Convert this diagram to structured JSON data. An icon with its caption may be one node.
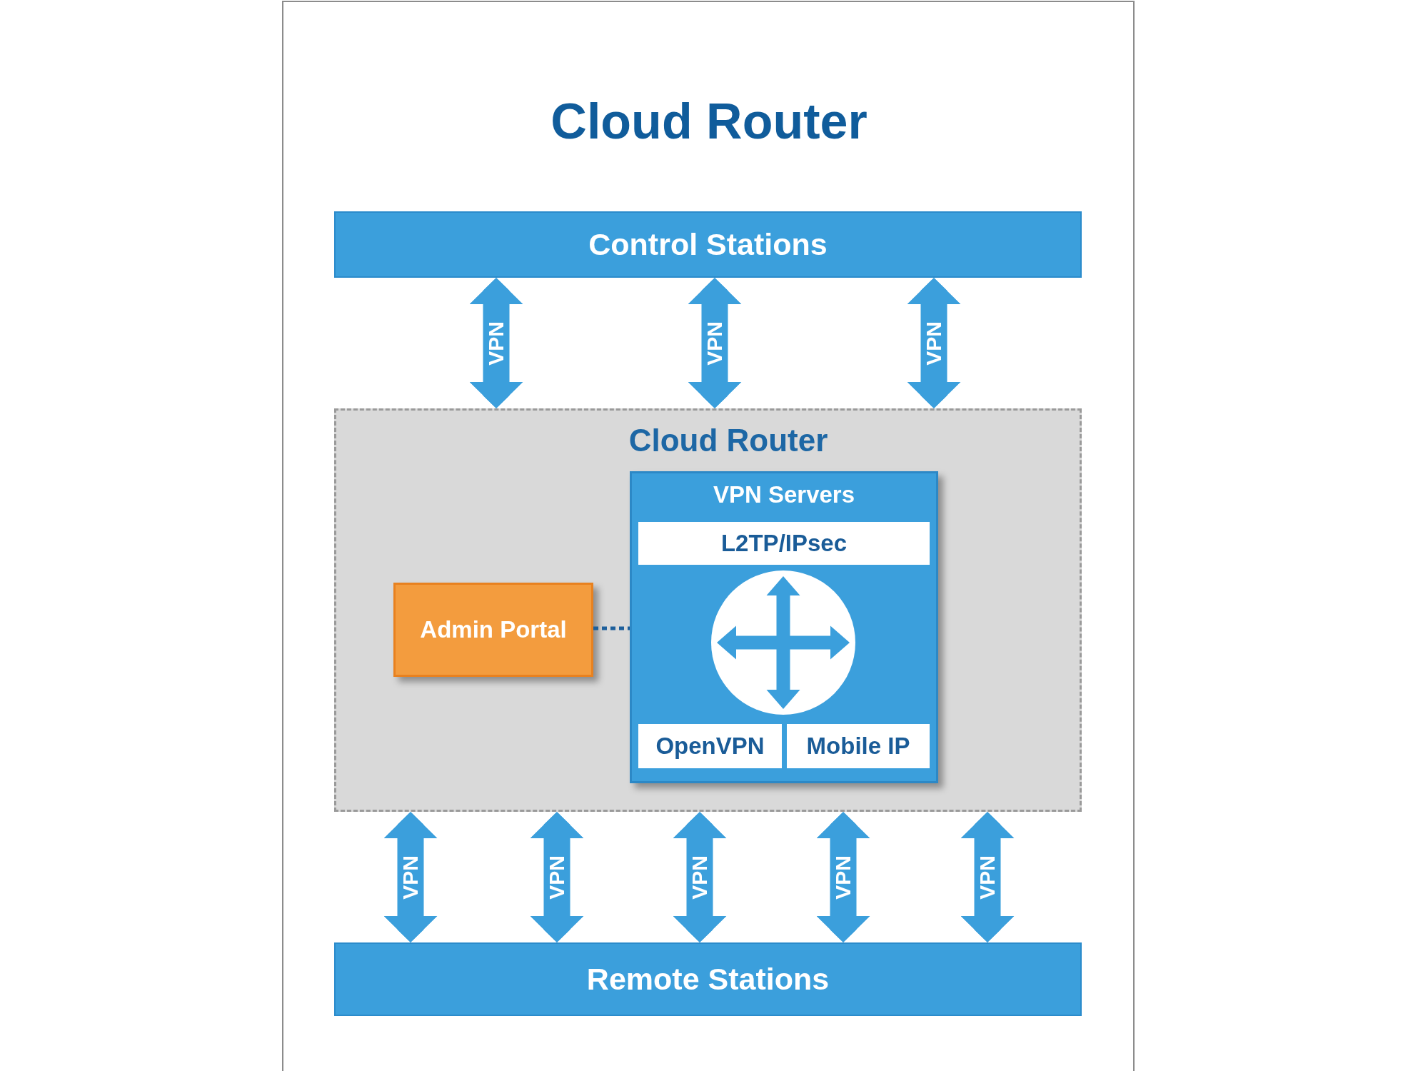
{
  "diagram": {
    "title": "Cloud Router",
    "nodes": [
      {
        "text": [
          "Control Stations"
        ]
      },
      {
        "text": [
          "Cloud Router"
        ]
      },
      {
        "text": [
          "Admin Portal"
        ],
        "in": 1
      },
      {
        "text": [
          "VPN Servers"
        ],
        "in": 1
      },
      {
        "text": [
          "L2TP/IPsec"
        ],
        "in": 3
      },
      {
        "text": [
          "OpenVPN"
        ],
        "in": 3
      },
      {
        "text": [
          "Mobile IP"
        ],
        "in": 3
      },
      {
        "text": [
          "Remote Stations"
        ]
      }
    ],
    "edges": [
      {
        "from": 0,
        "to": 1,
        "arrow": "both",
        "label": "VPN"
      },
      {
        "from": 0,
        "to": 1,
        "arrow": "both",
        "label": "VPN"
      },
      {
        "from": 0,
        "to": 1,
        "arrow": "both",
        "label": "VPN"
      },
      {
        "from": 2,
        "to": 3,
        "arrow": "none",
        "style": "dashed",
        "color": "#1d5f9b"
      },
      {
        "from": 1,
        "to": 7,
        "arrow": "both",
        "label": "VPN"
      },
      {
        "from": 1,
        "to": 7,
        "arrow": "both",
        "label": "VPN"
      },
      {
        "from": 1,
        "to": 7,
        "arrow": "both",
        "label": "VPN"
      },
      {
        "from": 1,
        "to": 7,
        "arrow": "both",
        "label": "VPN"
      },
      {
        "from": 1,
        "to": 7,
        "arrow": "both",
        "label": "VPN"
      }
    ]
  }
}
